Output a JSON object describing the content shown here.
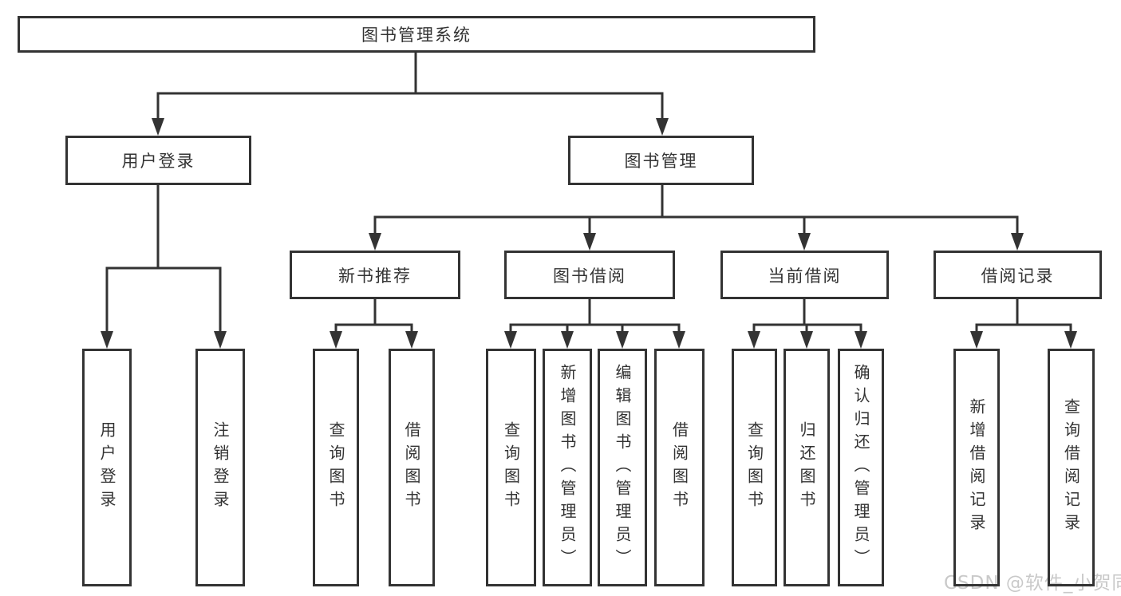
{
  "tree": {
    "label": "图书管理系统",
    "children": [
      {
        "label": "用户登录",
        "children": [
          {
            "label": "用户登录"
          },
          {
            "label": "注销登录"
          }
        ]
      },
      {
        "label": "图书管理",
        "children": [
          {
            "label": "新书推荐",
            "children": [
              {
                "label": "查询图书"
              },
              {
                "label": "借阅图书"
              }
            ]
          },
          {
            "label": "图书借阅",
            "children": [
              {
                "label": "查询图书"
              },
              {
                "label": "新增图书（管理员）"
              },
              {
                "label": "编辑图书（管理员）"
              },
              {
                "label": "借阅图书"
              }
            ]
          },
          {
            "label": "当前借阅",
            "children": [
              {
                "label": "查询图书"
              },
              {
                "label": "归还图书"
              },
              {
                "label": "确认归还（管理员）"
              }
            ]
          },
          {
            "label": "借阅记录",
            "children": [
              {
                "label": "新增借阅记录"
              },
              {
                "label": "查询借阅记录"
              }
            ]
          }
        ]
      }
    ]
  },
  "watermark": {
    "text": "CSDN @软件_小贺同学"
  },
  "colors": {
    "line": "#333333",
    "text": "#333333",
    "watermark": "#c9c9c9",
    "background": "#ffffff"
  }
}
